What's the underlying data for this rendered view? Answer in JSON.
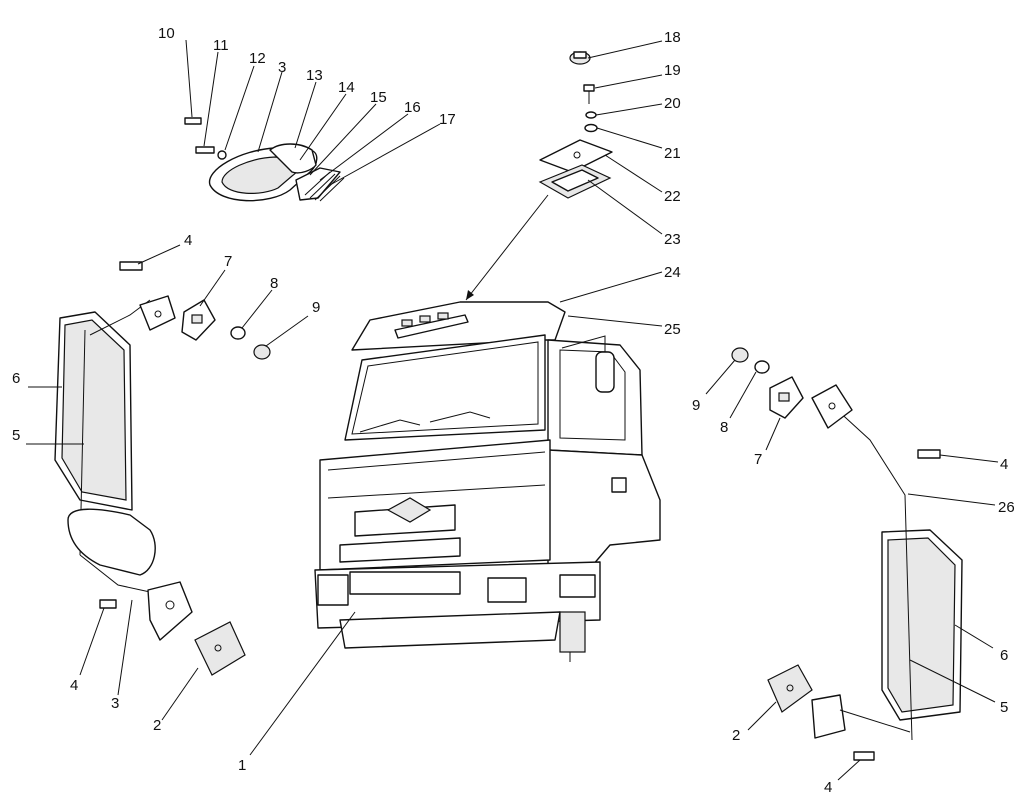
{
  "diagram": {
    "colors": {
      "ink": "#111111",
      "paper": "#ffffff",
      "shade": "#e8e8e8"
    },
    "callouts": [
      "1",
      "2",
      "2",
      "3",
      "3",
      "4",
      "4",
      "4",
      "4",
      "5",
      "5",
      "6",
      "6",
      "7",
      "7",
      "8",
      "8",
      "9",
      "9",
      "10",
      "11",
      "12",
      "13",
      "14",
      "15",
      "16",
      "17",
      "18",
      "19",
      "20",
      "21",
      "22",
      "23",
      "24",
      "25",
      "26"
    ]
  }
}
